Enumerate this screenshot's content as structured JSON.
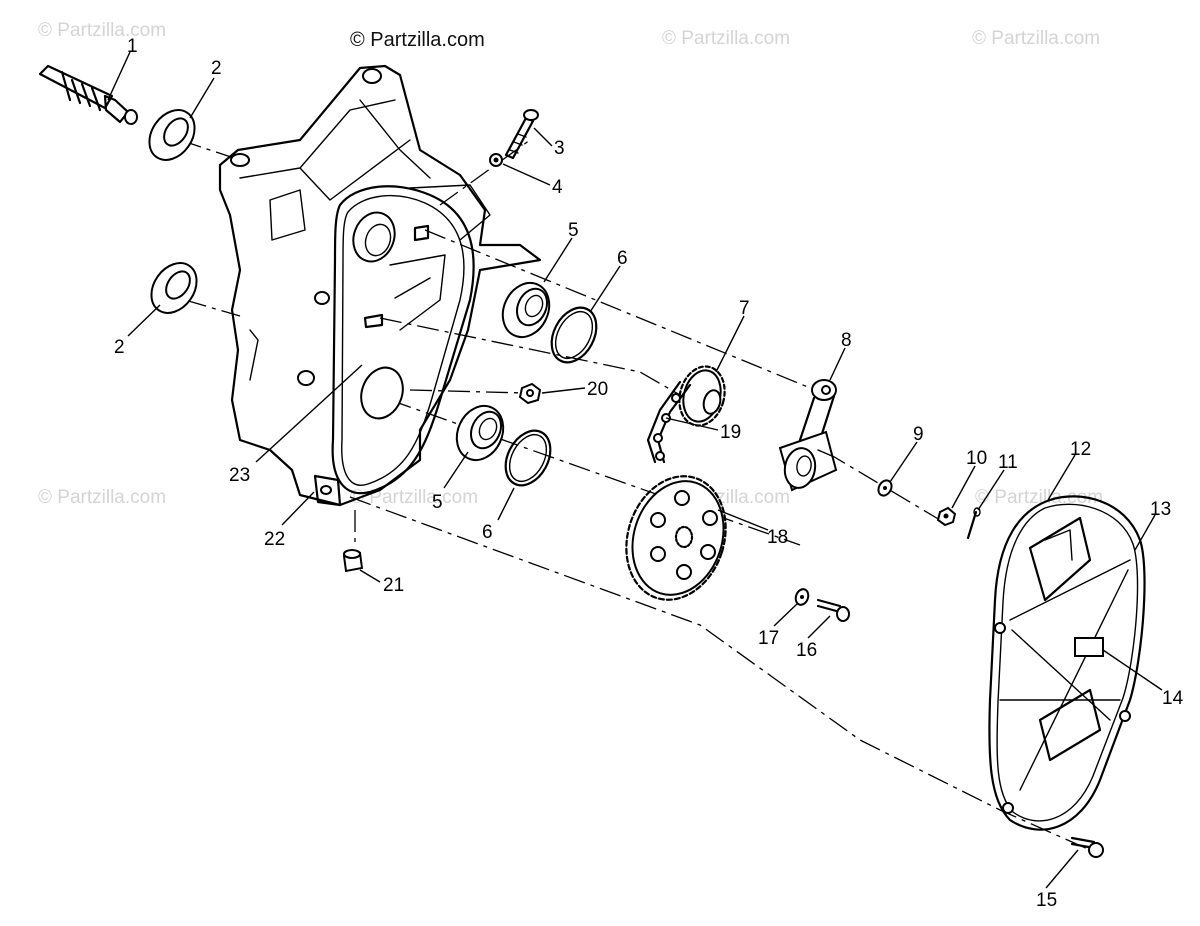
{
  "watermarks": {
    "main": "© Partzilla.com",
    "faint": "© Partzilla.com"
  },
  "callouts": {
    "c1": "1",
    "c2a": "2",
    "c2b": "2",
    "c3": "3",
    "c4": "4",
    "c5a": "5",
    "c5b": "5",
    "c6a": "6",
    "c6b": "6",
    "c7": "7",
    "c8": "8",
    "c9": "9",
    "c10": "10",
    "c11": "11",
    "c12": "12",
    "c13": "13",
    "c14": "14",
    "c15": "15",
    "c16": "16",
    "c17": "17",
    "c18": "18",
    "c19": "19",
    "c20": "20",
    "c21": "21",
    "c22": "22",
    "c23": "23"
  },
  "colors": {
    "line": "#000000",
    "watermark": "#d4d4d4",
    "background": "#ffffff"
  }
}
